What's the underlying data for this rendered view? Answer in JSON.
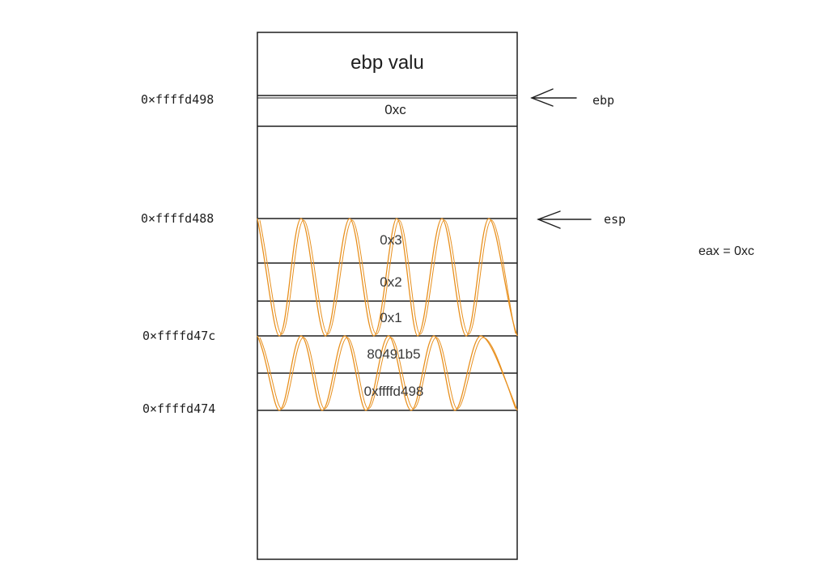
{
  "stack": {
    "top_label": "ebp valu",
    "slots": {
      "ebp_slot": "0xc",
      "arg3": "0x3",
      "arg2": "0x2",
      "arg1": "0x1",
      "ret_addr": "80491b5",
      "saved_ebp": "0xffffd498"
    }
  },
  "addresses": {
    "a1": "0×ffffd498",
    "a2": "0×ffffd488",
    "a3": "0×ffffd47c",
    "a4": "0×ffffd474"
  },
  "pointers": {
    "ebp": "ebp",
    "esp": "esp"
  },
  "registers": {
    "eax_note": "eax = 0xc"
  },
  "colors": {
    "outline": "#1e1e1e",
    "scribble": "#e8901e"
  }
}
